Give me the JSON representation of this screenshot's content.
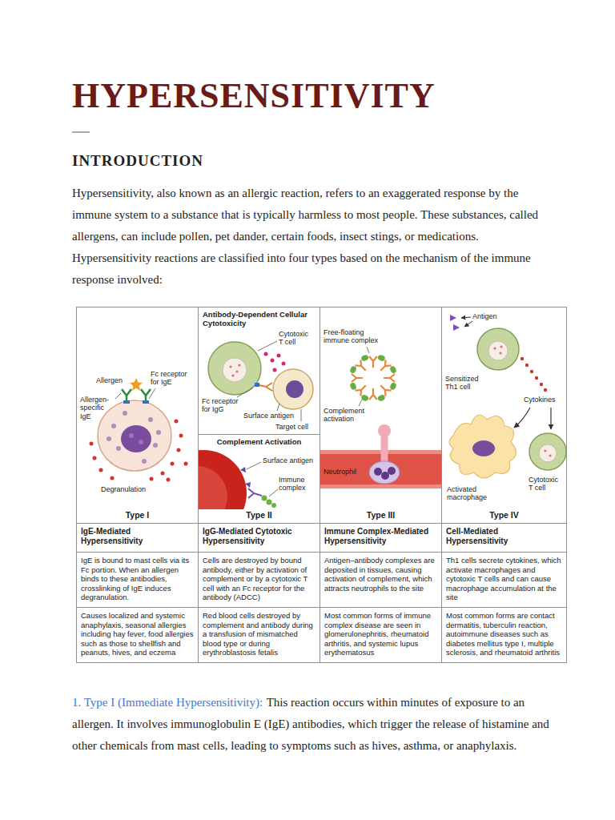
{
  "diagram": {
    "title": "HYPERSENSITIVITY",
    "nodes": [
      {
        "text": [
          "Type I"
        ]
      },
      {
        "text": [
          "Type II"
        ]
      },
      {
        "text": [
          "Antibody-Dependent Cellular Cytotoxicity"
        ],
        "in": 1
      },
      {
        "text": [
          "Complement Activation"
        ],
        "in": 1
      },
      {
        "text": [
          "Type III"
        ]
      },
      {
        "text": [
          "Type IV"
        ]
      },
      {
        "text": [
          "IgE-Mediated Hypersensitivity"
        ]
      },
      {
        "text": [
          "IgG-Mediated Cytotoxic Hypersensitivity"
        ]
      },
      {
        "text": [
          "Immune Complex-Mediated Hypersensitivity"
        ]
      },
      {
        "text": [
          "Cell-Mediated Hypersensitivity"
        ]
      },
      {
        "text": [
          "IgE is bound to mast cells via its Fc portion. When an allergen binds to these antibodies, crosslinking of IgE induces degranulation."
        ]
      },
      {
        "text": [
          "Cells are destroyed by bound antibody, either by activation of complement or by a cytotoxic T cell with an Fc receptor for the antibody (ADCC)"
        ]
      },
      {
        "text": [
          "Antigen–antibody complexes are deposited in tissues, causing activation of complement, which attracts neutrophils to the site"
        ]
      },
      {
        "text": [
          "Th1 cells secrete cytokines, which activate macrophages and cytotoxic T cells and can cause macrophage accumulation at the site"
        ]
      },
      {
        "text": [
          "Causes localized and systemic anaphylaxis, seasonal allergies including hay fever, food allergies such as those to shellfish and peanuts, hives, and eczema"
        ]
      },
      {
        "text": [
          "Red blood cells destroyed by complement and antibody during a transfusion of mismatched blood type or during erythroblastosis fetalis"
        ]
      },
      {
        "text": [
          "Most common forms of immune complex disease are seen in glomerulonephritis, rheumatoid arthritis, and systemic lupus erythematosus"
        ]
      },
      {
        "text": [
          "Most common forms are contact dermatitis, tuberculin reaction, autoimmune diseases such as diabetes mellitus type I, multiple sclerosis, and rheumatoid arthritis"
        ]
      }
    ],
    "labels": [
      "INTRODUCTION",
      "Hypersensitivity, also known as an allergic reaction, refers to an exaggerated response by the immune system to a substance that is typically harmless to most people. These substances, called allergens, can include pollen, pet dander, certain foods, insect stings, or medications. Hypersensitivity reactions are classified into four types based on the mechanism of the immune response involved:",
      "Allergen",
      "Fc receptor for IgE",
      "Allergen-specific IgE",
      "Degranulation",
      "Cytotoxic T cell",
      "Fc receptor for IgG",
      "Surface antigen",
      "Target cell",
      "Surface antigen",
      "Immune complex",
      "Free-floating immune complex",
      "Complement activation",
      "Neutrophil",
      "Antigen",
      "Sensitized Th1 cell",
      "Cytokines",
      "Activated macrophage",
      "Cytotoxic T cell",
      "1. Type I (Immediate Hypersensitivity):",
      "This reaction occurs within minutes of exposure to an allergen. It involves immunoglobulin E (IgE) antibodies, which trigger the release of histamine and other chemicals from mast cells, leading to symptoms such as hives, asthma, or anaphylaxis."
    ]
  }
}
